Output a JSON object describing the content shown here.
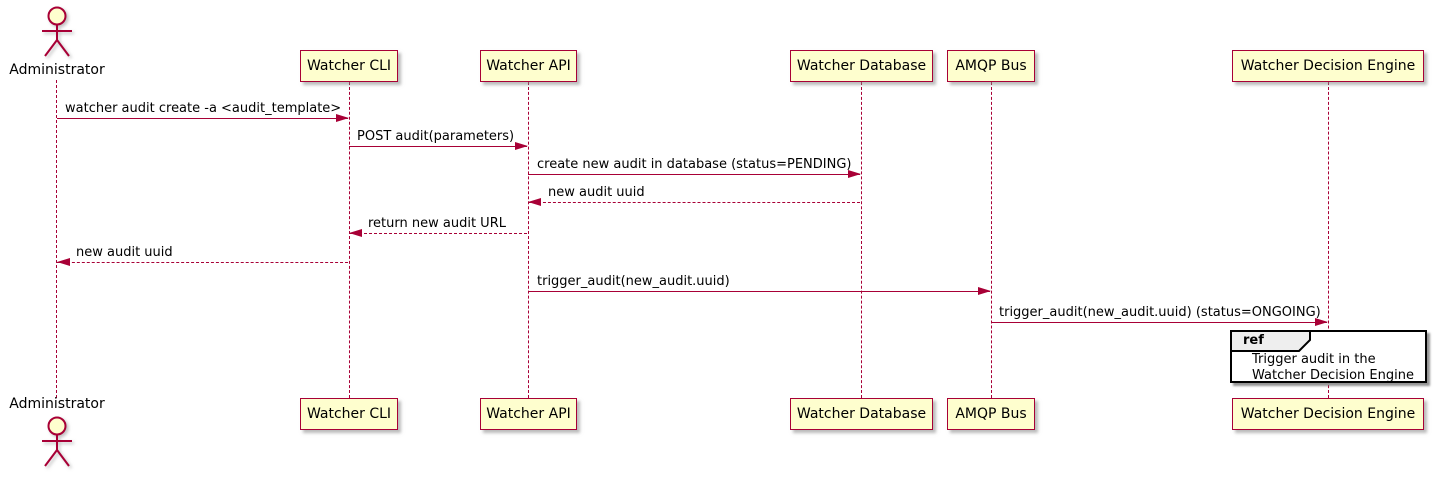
{
  "colors": {
    "participant_fill": "#FEFECE",
    "participant_border": "#A80036",
    "arrow": "#A80036",
    "lifeline": "#A80036",
    "ref_border": "#000000",
    "ref_header_fill": "#EEEEEE",
    "ref_fill": "#FFFFFF",
    "text": "#000000"
  },
  "actor": {
    "name": "Administrator"
  },
  "participants": [
    {
      "id": "watcher-cli",
      "label": "Watcher CLI"
    },
    {
      "id": "watcher-api",
      "label": "Watcher API"
    },
    {
      "id": "watcher-database",
      "label": "Watcher Database"
    },
    {
      "id": "amqp-bus",
      "label": "AMQP Bus"
    },
    {
      "id": "watcher-decision-engine",
      "label": "Watcher Decision Engine"
    }
  ],
  "messages": [
    {
      "text": "watcher audit create -a <audit_template>",
      "from": "Administrator",
      "to": "Watcher CLI",
      "style": "solid"
    },
    {
      "text": "POST audit(parameters)",
      "from": "Watcher CLI",
      "to": "Watcher API",
      "style": "solid"
    },
    {
      "text": "create new audit in database (status=PENDING)",
      "from": "Watcher API",
      "to": "Watcher Database",
      "style": "solid"
    },
    {
      "text": "new audit uuid",
      "from": "Watcher Database",
      "to": "Watcher API",
      "style": "dashed"
    },
    {
      "text": "return new audit URL",
      "from": "Watcher API",
      "to": "Watcher CLI",
      "style": "dashed"
    },
    {
      "text": "new audit uuid",
      "from": "Watcher CLI",
      "to": "Administrator",
      "style": "dashed"
    },
    {
      "text": "trigger_audit(new_audit.uuid)",
      "from": "Watcher API",
      "to": "AMQP Bus",
      "style": "solid"
    },
    {
      "text": "trigger_audit(new_audit.uuid) (status=ONGOING)",
      "from": "AMQP Bus",
      "to": "Watcher Decision Engine",
      "style": "solid"
    }
  ],
  "ref": {
    "keyword": "ref",
    "line1": "Trigger audit in the",
    "line2": "Watcher Decision Engine"
  }
}
